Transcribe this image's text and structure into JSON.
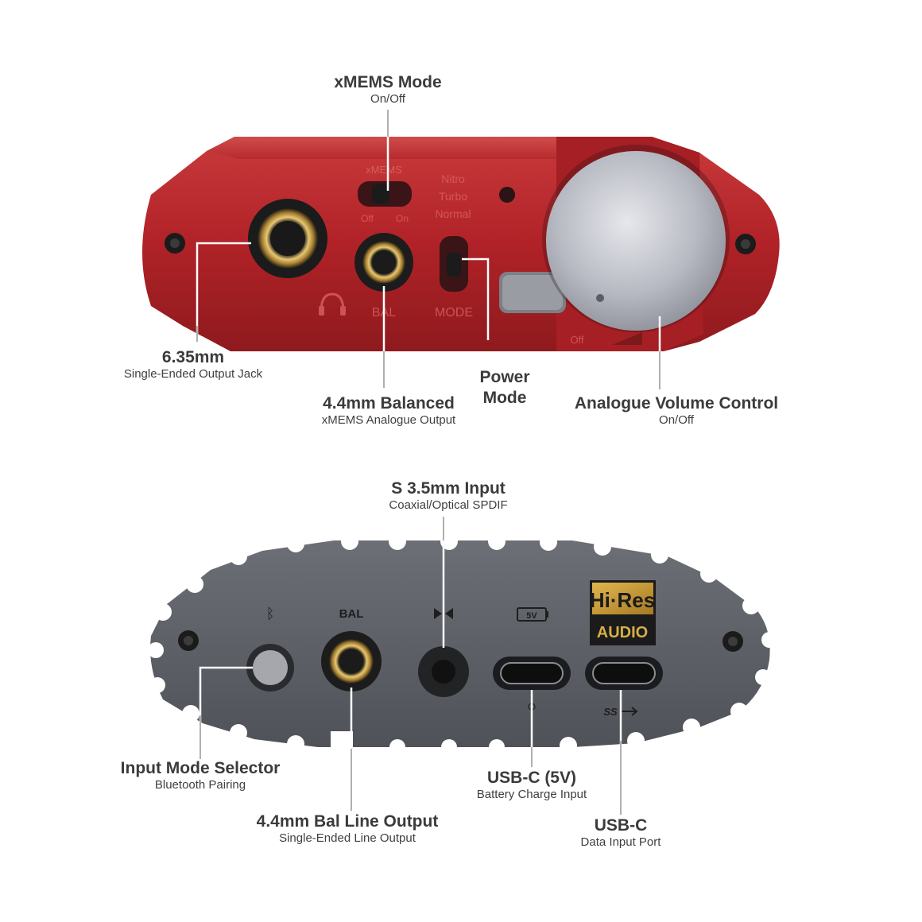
{
  "front": {
    "panel_labels": {
      "xmems": "xMEMS",
      "off": "Off",
      "on": "On",
      "nitro": "Nitro",
      "turbo": "Turbo",
      "normal": "Normal",
      "bal": "BAL",
      "mode": "MODE",
      "vol_off": "Off"
    },
    "callouts": {
      "xmems_mode": {
        "title": "xMEMS Mode",
        "subtitle": "On/Off"
      },
      "jack_635": {
        "title": "6.35mm",
        "subtitle": "Single-Ended Output Jack"
      },
      "bal_44": {
        "title": "4.4mm Balanced",
        "subtitle": "xMEMS Analogue Output"
      },
      "power_mode": {
        "title_line1": "Power",
        "title_line2": "Mode"
      },
      "volume": {
        "title": "Analogue Volume Control",
        "subtitle": "On/Off"
      }
    }
  },
  "back": {
    "panel_labels": {
      "bal": "BAL",
      "five_v": "5V",
      "hires_top": "Hi·Res",
      "hires_bottom": "AUDIO",
      "ss": "SS"
    },
    "callouts": {
      "s35_input": {
        "title": "S 3.5mm Input",
        "subtitle": "Coaxial/Optical SPDIF"
      },
      "input_mode": {
        "title": "Input Mode Selector",
        "subtitle": "Bluetooth Pairing"
      },
      "bal_line": {
        "title": "4.4mm Bal Line Output",
        "subtitle": "Single-Ended Line Output"
      },
      "usbc_5v": {
        "title": "USB-C (5V)",
        "subtitle": "Battery Charge Input"
      },
      "usbc_data": {
        "title": "USB-C",
        "subtitle": "Data Input Port"
      }
    }
  },
  "colors": {
    "front_body": "#b8282d",
    "back_plate": "#5d6066",
    "leader_line": "#ffffff",
    "label_text": "#3b3b3b",
    "gold": "#c9a24a"
  }
}
